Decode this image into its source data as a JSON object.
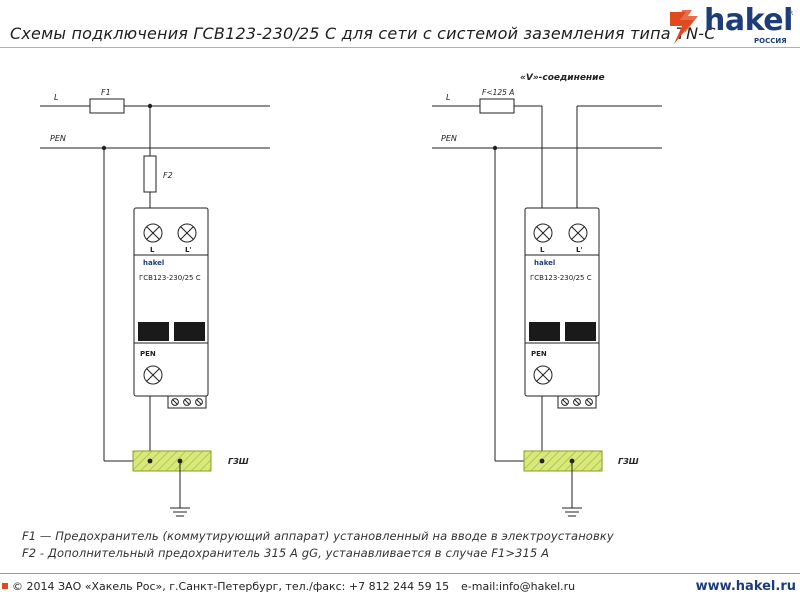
{
  "header": {
    "title": "Схемы подключения ГСВ123-230/25 С для сети с системой заземления типа TN-C",
    "logo_text": "hakel",
    "logo_subtext": "РОССИЯ",
    "logo_mark": "R"
  },
  "diagram_left": {
    "line_L": "L",
    "line_PEN": "PEN",
    "fuse_1": "F1",
    "fuse_2": "F2",
    "device_brand": "hakel",
    "device_model": "ГСВ123-230/25 С",
    "terminal_L": "L",
    "terminal_L_prime": "L'",
    "terminal_PEN": "PEN",
    "bus_label": "ГЗШ"
  },
  "diagram_right": {
    "connection_title": "«V»-соединение",
    "line_L": "L",
    "line_PEN": "PEN",
    "fuse_1": "F<125 A",
    "device_brand": "hakel",
    "device_model": "ГСВ123-230/25 С",
    "terminal_L": "L",
    "terminal_L_prime": "L'",
    "terminal_PEN": "PEN",
    "bus_label": "ГЗШ"
  },
  "notes": {
    "note1": "F1 — Предохранитель (коммутирующий аппарат) установленный на вводе в электроустановку",
    "note2": "F2 - Дополнительный предохранитель 315 A gG, устанавливается в случае F1>315 A"
  },
  "footer": {
    "copyright": "© 2014 ЗАО «Хакель Рос», г.Санкт-Петербург, тел./факс: +7 812 244 59 15",
    "email": "e-mail:info@hakel.ru",
    "website": "www.hakel.ru"
  },
  "colors": {
    "brand_blue": "#1d3d7a",
    "brand_red": "#e04a1f",
    "bus_fill": "#d8e87a"
  }
}
